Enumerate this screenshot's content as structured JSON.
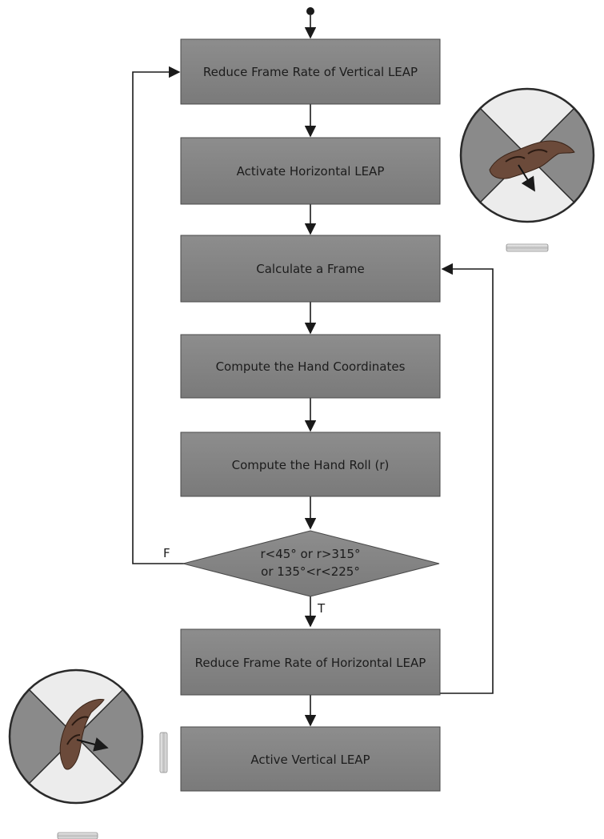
{
  "flowchart": {
    "steps": [
      {
        "label": "Reduce Frame Rate of Vertical LEAP"
      },
      {
        "label": "Activate Horizontal LEAP"
      },
      {
        "label": "Calculate a Frame"
      },
      {
        "label": "Compute the Hand Coordinates"
      },
      {
        "label": "Compute the Hand Roll (r)"
      },
      {
        "label": "Reduce Frame Rate of Horizontal LEAP"
      },
      {
        "label": "Active Vertical LEAP"
      }
    ],
    "decision": {
      "line1": "r<45° or r>315°",
      "line2": "or 135°<r<225°",
      "true_label": "T",
      "false_label": "F"
    }
  },
  "colors": {
    "box_fill": "#858585",
    "box_stroke": "#4a4a4a",
    "line": "#1a1a1a",
    "circle_stroke": "#2a2a2a",
    "quadrant_dark": "#8a8a8a",
    "quadrant_light": "#ececec",
    "hand": "#6b4a3a"
  },
  "icons": {
    "hand_top": "hand-horizontal-icon",
    "hand_bottom": "hand-vertical-icon",
    "leap_horizontal": "leap-horizontal-sensor-icon",
    "leap_vertical": "leap-vertical-sensor-icon"
  }
}
